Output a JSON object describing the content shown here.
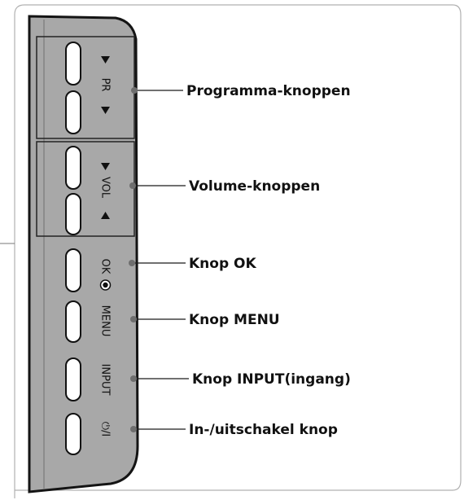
{
  "colors": {
    "panel": "#a8a8a8",
    "panel_outline": "#141414",
    "button_fill": "#ffffff",
    "leader_line": "#1a1a1a",
    "dot": "#6e6e6e",
    "frame": "#b0b0b0"
  },
  "panel_labels": {
    "pr": "PR",
    "vol": "VOL",
    "ok": "OK",
    "menu": "MENU",
    "input": "INPUT",
    "power": "⏻/I"
  },
  "callouts": [
    {
      "id": "programme",
      "text": "Programma-knoppen"
    },
    {
      "id": "volume",
      "text": "Volume-knoppen"
    },
    {
      "id": "ok",
      "text": "Knop OK"
    },
    {
      "id": "menu",
      "text": "Knop MENU"
    },
    {
      "id": "input",
      "text": "Knop INPUT(ingang)"
    },
    {
      "id": "power",
      "text": "In-/uitschakel knop"
    }
  ]
}
